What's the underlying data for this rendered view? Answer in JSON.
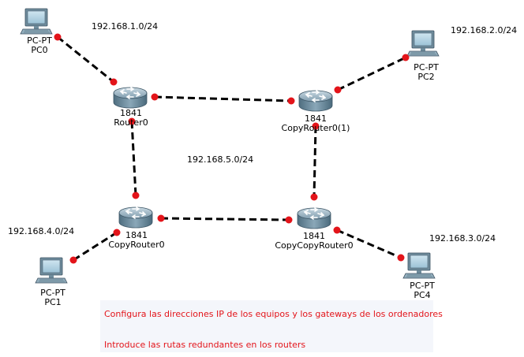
{
  "devices": [
    {
      "id": "pc0",
      "kind": "pc",
      "type_label": "PC-PT",
      "name": "PC0"
    },
    {
      "id": "pc1",
      "kind": "pc",
      "type_label": "PC-PT",
      "name": "PC1"
    },
    {
      "id": "pc2",
      "kind": "pc",
      "type_label": "PC-PT",
      "name": "PC2"
    },
    {
      "id": "pc4",
      "kind": "pc",
      "type_label": "PC-PT",
      "name": "PC4"
    },
    {
      "id": "router0",
      "kind": "router",
      "type_label": "1841",
      "name": "Router0"
    },
    {
      "id": "copyrouter0_1",
      "kind": "router",
      "type_label": "1841",
      "name": "CopyRouter0(1)"
    },
    {
      "id": "copyrouter0",
      "kind": "router",
      "type_label": "1841",
      "name": "CopyRouter0"
    },
    {
      "id": "copycopyrouter0",
      "kind": "router",
      "type_label": "1841",
      "name": "CopyCopyRouter0"
    }
  ],
  "links": [
    {
      "from": "pc0",
      "to": "router0"
    },
    {
      "from": "router0",
      "to": "copyrouter0_1"
    },
    {
      "from": "copyrouter0_1",
      "to": "pc2"
    },
    {
      "from": "router0",
      "to": "copyrouter0"
    },
    {
      "from": "copyrouter0_1",
      "to": "copycopyrouter0"
    },
    {
      "from": "copyrouter0",
      "to": "copycopyrouter0"
    },
    {
      "from": "copyrouter0",
      "to": "pc1"
    },
    {
      "from": "copycopyrouter0",
      "to": "pc4"
    }
  ],
  "networks": {
    "net1": "192.168.1.0/24",
    "net2": "192.168.2.0/24",
    "net3": "192.168.3.0/24",
    "net4": "192.168.4.0/24",
    "net5": "192.168.5.0/24"
  },
  "notes": {
    "line1": "Configura las direcciones IP de los equipos y los gateways de los ordenadores",
    "line2": "Introduce las rutas redundantes en los routers"
  },
  "colors": {
    "link": "#000000",
    "port": "#e3141a",
    "note_text": "#e3141a",
    "note_bg": "#f4f6fb"
  }
}
